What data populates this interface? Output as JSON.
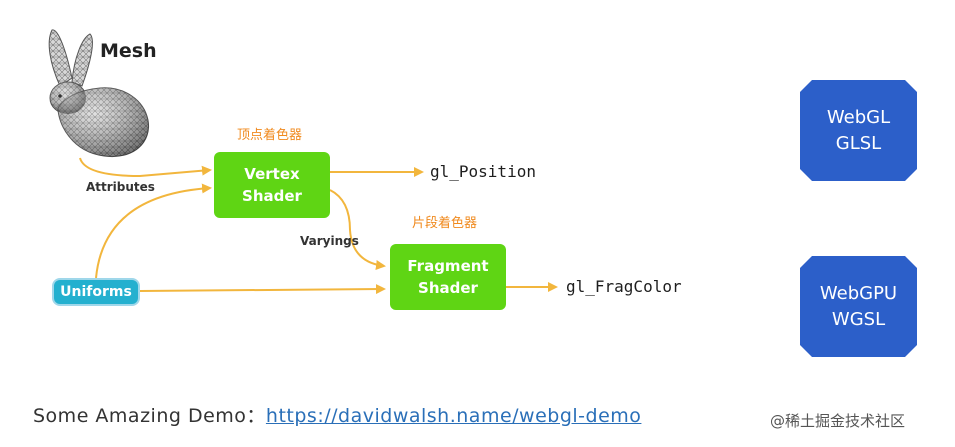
{
  "colors": {
    "shader_green": "#5fd514",
    "uniforms_blue": "#24b0cf",
    "api_box_blue": "#2c5fc9",
    "arrow_orange": "#f2b63d",
    "label_orange": "#f08a1e",
    "link_blue": "#2a6fb8"
  },
  "icons": {
    "mesh": "bunny-wireframe-icon"
  },
  "mesh": {
    "label": "Mesh"
  },
  "labels": {
    "attributes": "Attributes",
    "varyings": "Varyings",
    "vertex_cn": "顶点着色器",
    "fragment_cn": "片段着色器"
  },
  "vertex_shader": {
    "line1": "Vertex",
    "line2": "Shader"
  },
  "fragment_shader": {
    "line1": "Fragment",
    "line2": "Shader"
  },
  "uniforms": {
    "label": "Uniforms"
  },
  "outputs": {
    "position": "gl_Position",
    "frag_color": "gl_FragColor"
  },
  "api_boxes": [
    {
      "line1": "WebGL",
      "line2": "GLSL"
    },
    {
      "line1": "WebGPU",
      "line2": "WGSL"
    }
  ],
  "footer": {
    "prefix": "Some Amazing Demo：",
    "link_text": "https://davidwalsh.name/webgl-demo"
  },
  "watermark": "@稀土掘金技术社区"
}
